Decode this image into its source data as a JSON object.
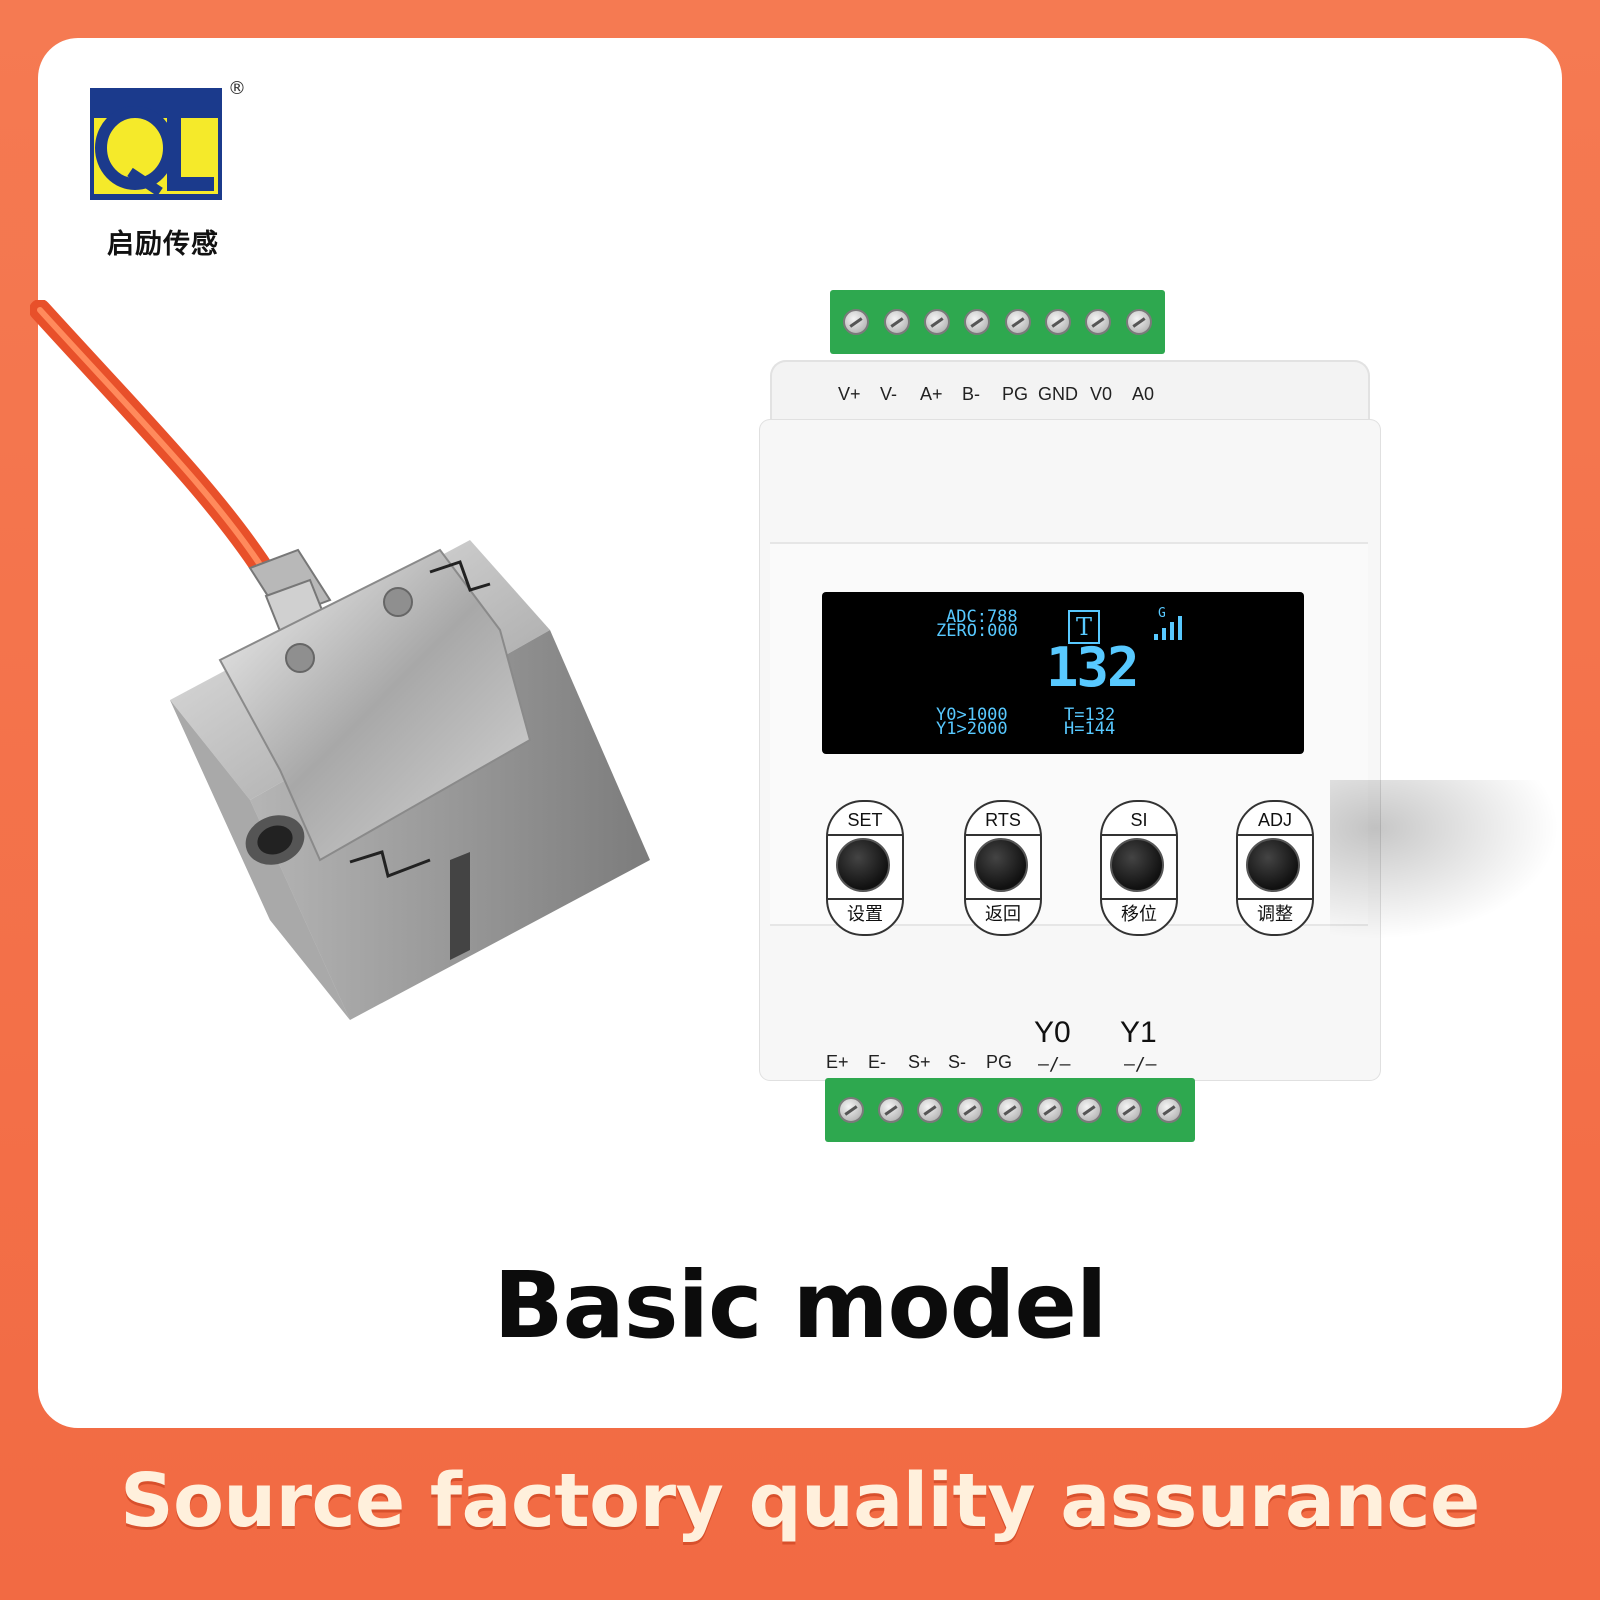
{
  "brand": {
    "logo_mark": "QL",
    "registered_mark": "®",
    "name_cn": "启励传感"
  },
  "device": {
    "top_pins": [
      "V+",
      "V-",
      "A+",
      "B-",
      "PG",
      "GND",
      "V0",
      "A0"
    ],
    "bottom_pins": [
      "E+",
      "E-",
      "S+",
      "S-",
      "PG"
    ],
    "relay_outputs": [
      "Y0",
      "Y1"
    ],
    "relay_symbol": "—/—",
    "display": {
      "adc": "ADC:788",
      "zero": "ZERO:000",
      "tare_flag": "T",
      "signal_label": "G",
      "reading": "132",
      "y0": "Y0>1000",
      "y1": "Y1>2000",
      "t": "T=132",
      "h": "H=144"
    },
    "buttons": [
      {
        "label": "SET",
        "label_cn": "设置"
      },
      {
        "label": "RTS",
        "label_cn": "返回"
      },
      {
        "label": "SI",
        "label_cn": "移位"
      },
      {
        "label": "ADJ",
        "label_cn": "调整"
      }
    ]
  },
  "caption": "Basic model",
  "footer": "Source factory quality assurance",
  "colors": {
    "background": "#f26a43",
    "terminal_green": "#2ea84f",
    "oled_text": "#58c9ff",
    "logo_blue": "#1b3a8c",
    "logo_yellow": "#f5ea2a"
  }
}
